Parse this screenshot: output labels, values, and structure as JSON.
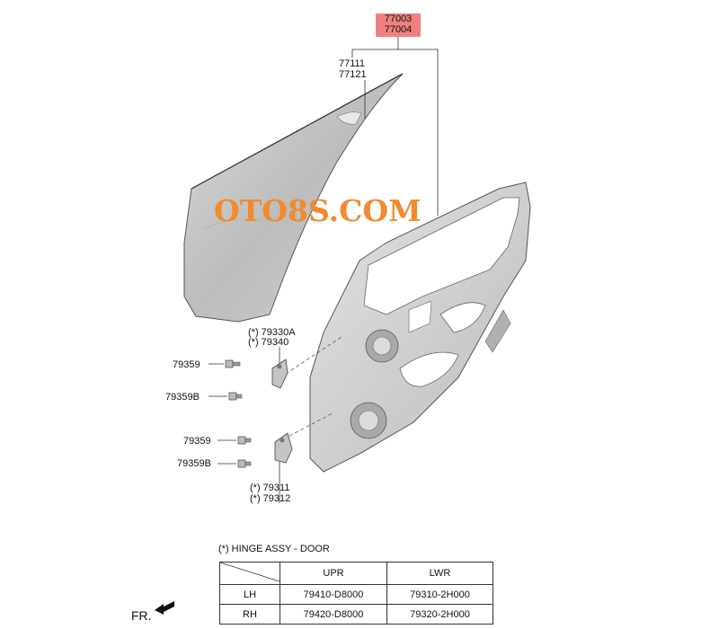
{
  "callout": {
    "line1": "77003",
    "line2": "77004"
  },
  "labels": {
    "outer_panel_1": "77111",
    "outer_panel_2": "77121",
    "upper_hinge_1": "(*) 79330A",
    "upper_hinge_2": "(*) 79340",
    "bolt_upper_a": "79359",
    "bolt_upper_b": "79359B",
    "bolt_lower_a": "79359",
    "bolt_lower_b": "79359B",
    "lower_hinge_1": "(*) 79311",
    "lower_hinge_2": "(*) 79312"
  },
  "watermark": "OTO8S.COM",
  "hinge_table": {
    "note": "(*) HINGE ASSY - DOOR",
    "headers": [
      "UPR",
      "LWR"
    ],
    "rows": [
      {
        "side": "LH",
        "upr": "79410-D8000",
        "lwr": "79310-2H000"
      },
      {
        "side": "RH",
        "upr": "79420-D8000",
        "lwr": "79320-2H000"
      }
    ]
  },
  "direction_label": "FR.",
  "colors": {
    "callout_highlight": "#f08080",
    "watermark": "#f28a2e",
    "panel": "#c9c9c9"
  }
}
